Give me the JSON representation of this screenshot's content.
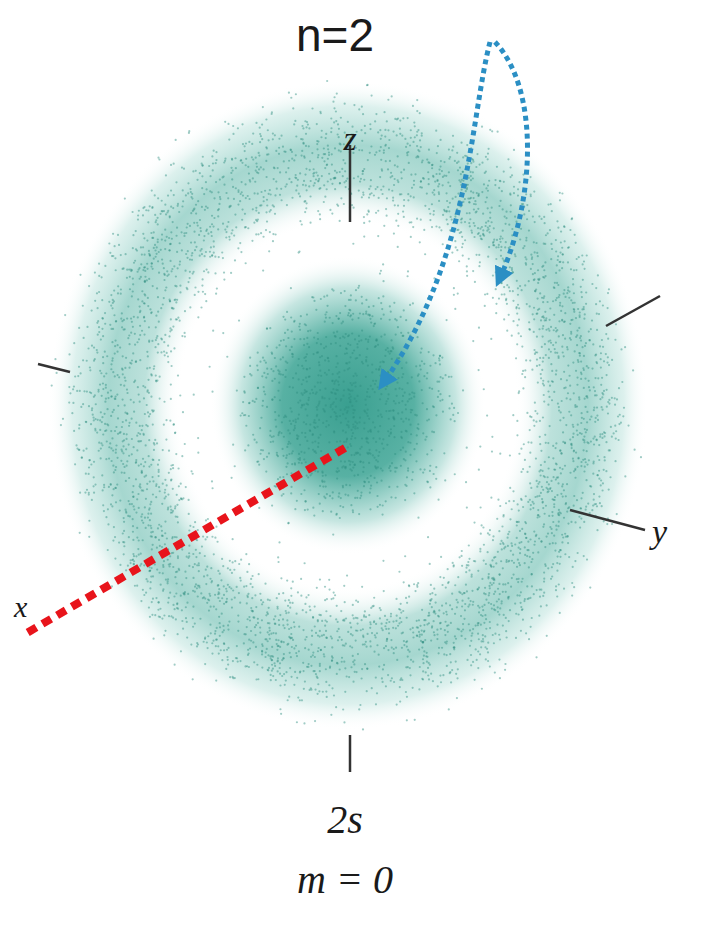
{
  "diagram": {
    "title": "n=2",
    "labels": [
      "z",
      "y",
      "x",
      "2s",
      "m = 0"
    ]
  }
}
